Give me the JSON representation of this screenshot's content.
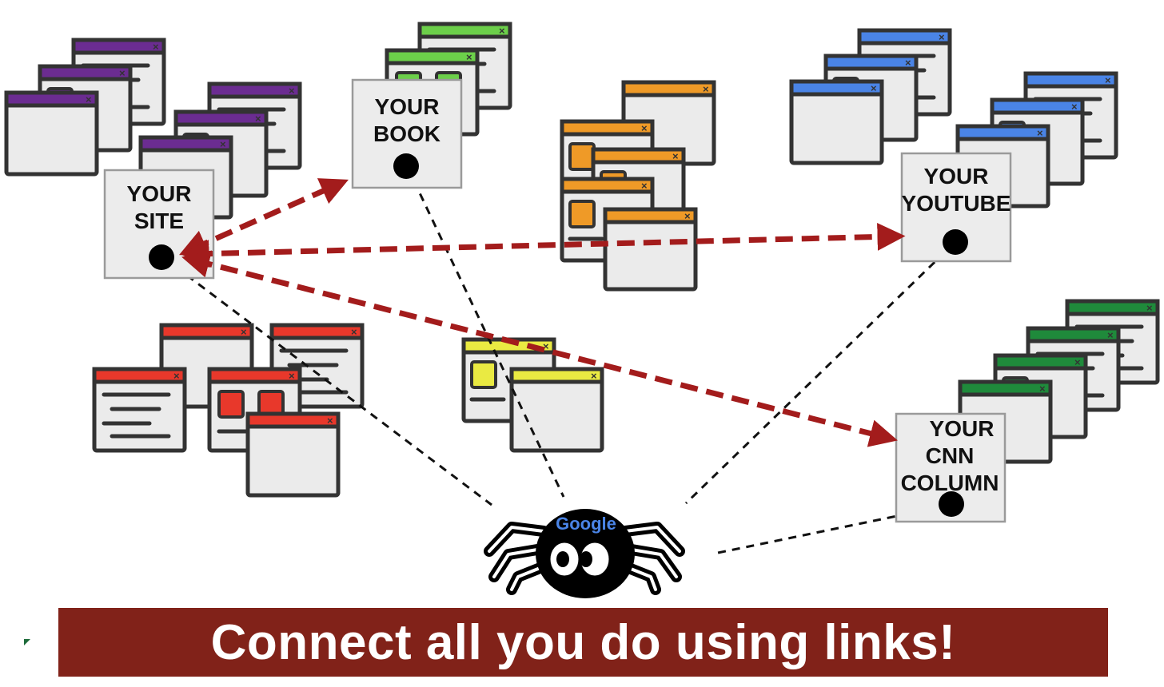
{
  "cards": {
    "site": [
      "YOUR",
      "SITE"
    ],
    "book": [
      "YOUR",
      "BOOK"
    ],
    "youtube": [
      "YOUR",
      "YOUTUBE"
    ],
    "cnn": [
      "YOUR",
      "CNN",
      "COLUMN"
    ]
  },
  "spider": {
    "logo_text": "Google"
  },
  "banner": {
    "text": "Connect all you do using links!"
  },
  "colors": {
    "purple": "#6b2c91",
    "green": "#6ccf4a",
    "orange": "#ef9a27",
    "blue": "#4a84e6",
    "red": "#e8382b",
    "yellow": "#eaea42",
    "darkgreen": "#1f8a3b",
    "arrow": "#a31c1c",
    "banner": "#812219"
  },
  "icons": [
    "browser-window-icon",
    "close-x-icon",
    "spider-icon",
    "arrow-icon"
  ]
}
